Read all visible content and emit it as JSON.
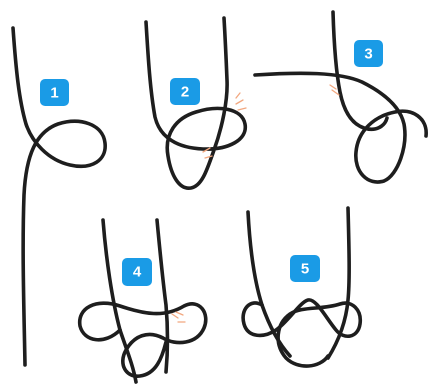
{
  "diagram": {
    "steps": [
      {
        "label": "1",
        "marks": 0
      },
      {
        "label": "2",
        "marks": 2
      },
      {
        "label": "3",
        "marks": 1
      },
      {
        "label": "4",
        "marks": 1
      },
      {
        "label": "5",
        "marks": 0
      }
    ],
    "colors": {
      "rope": "#1e1e1e",
      "badge": "#1a9be6",
      "badge_text": "#ffffff",
      "tension_marks": "#f2a77f",
      "background": "#ffffff"
    }
  }
}
